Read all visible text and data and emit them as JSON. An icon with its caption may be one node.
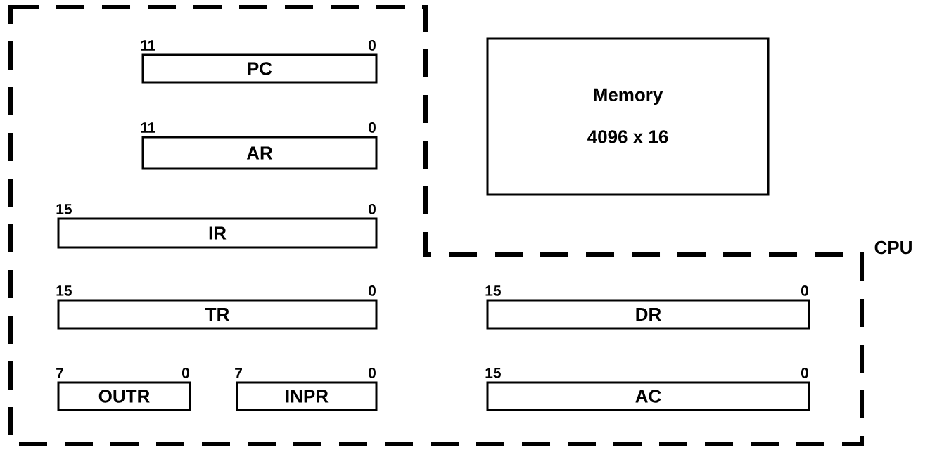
{
  "diagram": {
    "nodes": [
      {
        "text": [
          "CPU"
        ]
      },
      {
        "text": [
          "PC"
        ],
        "in": 0,
        "beside": [
          "11",
          "0"
        ]
      },
      {
        "text": [
          "AR"
        ],
        "in": 0,
        "beside": [
          "11",
          "0"
        ]
      },
      {
        "text": [
          "IR"
        ],
        "in": 0,
        "beside": [
          "15",
          "0"
        ]
      },
      {
        "text": [
          "TR"
        ],
        "in": 0,
        "beside": [
          "15",
          "0"
        ]
      },
      {
        "text": [
          "OUTR"
        ],
        "in": 0,
        "beside": [
          "7",
          "0"
        ]
      },
      {
        "text": [
          "INPR"
        ],
        "in": 0,
        "beside": [
          "7",
          "0"
        ]
      },
      {
        "text": [
          "Memory",
          "4096 x 16"
        ]
      },
      {
        "text": [
          "DR"
        ],
        "in": 0,
        "beside": [
          "15",
          "0"
        ]
      },
      {
        "text": [
          "AC"
        ],
        "in": 0,
        "beside": [
          "15",
          "0"
        ]
      }
    ]
  }
}
